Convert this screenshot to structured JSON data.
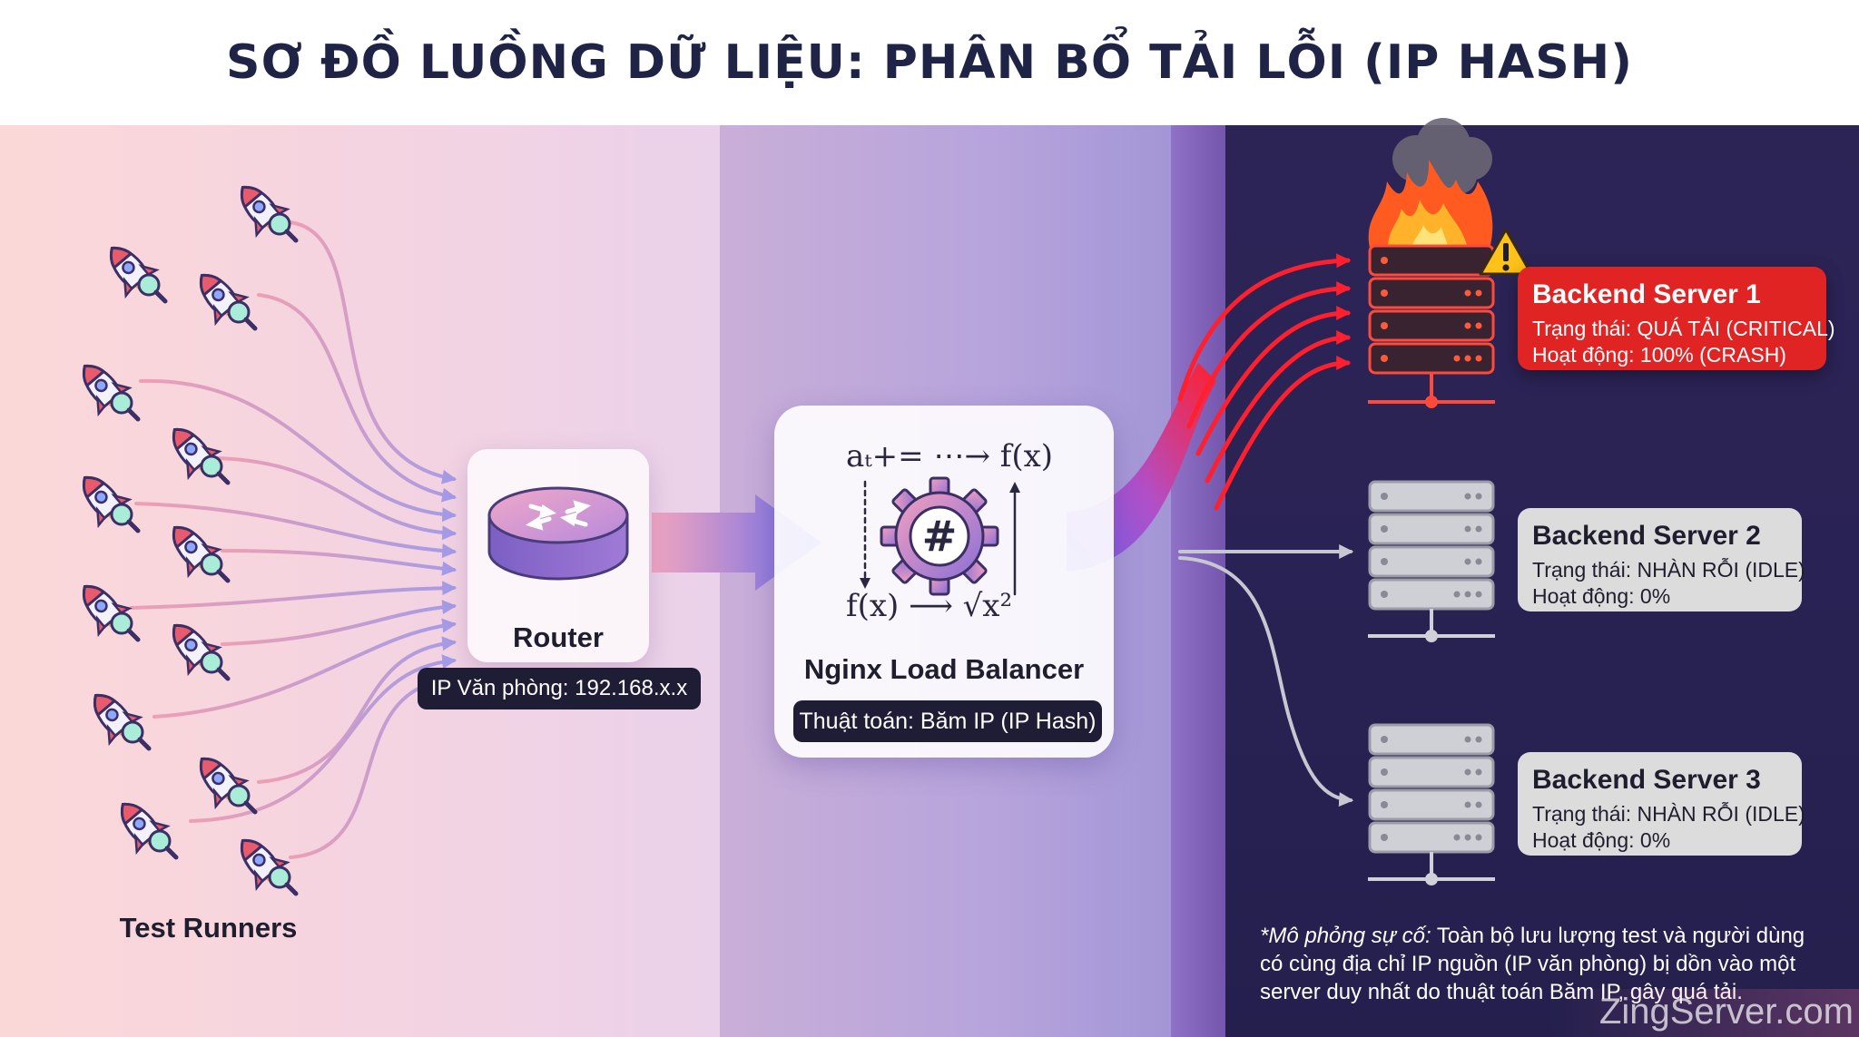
{
  "title": "SƠ ĐỒ LUỒNG DỮ LIỆU: PHÂN BỔ TẢI LỖI (IP HASH)",
  "runners": {
    "label": "Test Runners",
    "icon": "rocket-magnifier-icon",
    "count_shown": 13
  },
  "router": {
    "name": "Router",
    "ip_label": "IP Văn phòng: 192.168.x.x",
    "icon": "router-icon"
  },
  "load_balancer": {
    "name": "Nginx Load Balancer",
    "algorithm_label": "Thuật toán: Băm IP (IP Hash)",
    "icon": "hash-gear-icon",
    "formula_top": "aₜ+= ⋯→ f(x)",
    "formula_bottom": "f(x) ⟶ √x²"
  },
  "servers": [
    {
      "name": "Backend Server 1",
      "status": "Trạng thái: QUÁ TẢI (CRITICAL)",
      "activity": "Hoạt động: 100% (CRASH)",
      "state": "critical",
      "icons": [
        "server-rack-icon",
        "fire-icon",
        "warning-icon",
        "smoke-icon"
      ]
    },
    {
      "name": "Backend Server 2",
      "status": "Trạng thái: NHÀN RỖI (IDLE)",
      "activity": "Hoạt động: 0%",
      "state": "idle",
      "icons": [
        "server-rack-icon"
      ]
    },
    {
      "name": "Backend Server 3",
      "status": "Trạng thái: NHÀN RỖI (IDLE)",
      "activity": "Hoạt động: 0%",
      "state": "idle",
      "icons": [
        "server-rack-icon"
      ]
    }
  ],
  "note": {
    "lead": "*Mô phỏng sự cố:",
    "text": " Toàn bộ lưu lượng test và người dùng có cùng địa chỉ IP nguồn (IP văn phòng) bị dồn vào một server duy nhất do thuật toán Băm IP, gây quá tải."
  },
  "watermark": "ZingServer.com",
  "colors": {
    "title": "#1f2346",
    "critical": "#e02424",
    "idle_card": "#dcdcdc",
    "dark_panel": "#2d2456",
    "flow_pink": "#ee9fb4",
    "flow_purple": "#a69be6",
    "flow_red": "#ff1f2d",
    "flow_gray": "#c7c7d2",
    "pill": "#1f1d35"
  }
}
